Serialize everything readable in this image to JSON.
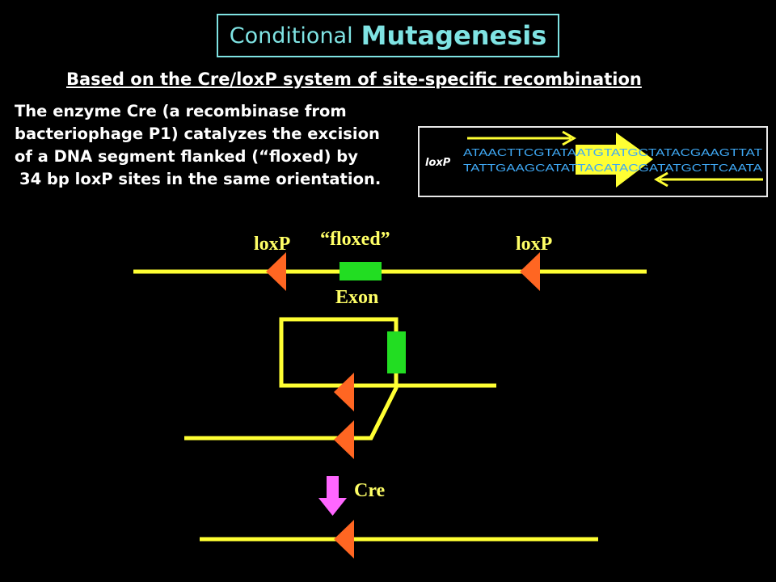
{
  "title": {
    "part1": "Conditional",
    "part2": "Mutagenesis"
  },
  "subtitle": "Based on the Cre/loxP system of site-specific recombination",
  "description_lines": [
    "The enzyme Cre (a recombinase from",
    "bacteriophage P1) catalyzes the excision",
    "of a DNA segment flanked (“floxed) by",
    "34 bp loxP sites in the same orientation."
  ],
  "loxp_sequence": {
    "label": "loxP",
    "top_strand": "ATAACTTCGTATAATGTATGCTATACGAAGTTAT",
    "bottom_strand": "TATTGAAGCATATTACATACGATATGCTTCAATA"
  },
  "diagram": {
    "loxp_left_label": "loxP",
    "floxed_label": "“floxed”",
    "loxp_right_label": "loxP",
    "exon_label": "Exon",
    "cre_label": "Cre"
  },
  "colors": {
    "dna_line": "#ffff33",
    "loxp_triangle": "#ff6622",
    "exon": "#22dd22",
    "label_text": "#ffff66",
    "title": "#7fe3e3",
    "sequence_text": "#3fa9f5",
    "cre_arrow": "#ff66ff"
  }
}
